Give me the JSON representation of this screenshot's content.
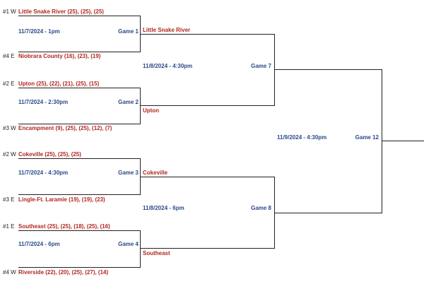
{
  "round1": {
    "teams": [
      {
        "seed": "#1 W",
        "text": "Little Snake River (25), (25), (25)"
      },
      {
        "seed": "#4 E",
        "text": "Niobrara County (16), (23), (19)"
      },
      {
        "seed": "#2 E",
        "text": "Upton (25), (22), (21), (25), (15)"
      },
      {
        "seed": "#3 W",
        "text": "Encampment (9), (25), (25), (12), (7)"
      },
      {
        "seed": "#2 W",
        "text": "Cokeville (25), (25), (25)"
      },
      {
        "seed": "#3 E",
        "text": "Lingle-Ft. Laramie (19), (19), (23)"
      },
      {
        "seed": "#1 E",
        "text": "Southeast (25), (25), (18), (25), (16)"
      },
      {
        "seed": "#4 W",
        "text": "Riverside (22), (20), (25), (27), (14)"
      }
    ],
    "games": [
      {
        "date": "11/7/2024 - 1pm",
        "label": "Game 1",
        "winner": "Little Snake River"
      },
      {
        "date": "11/7/2024 - 2:30pm",
        "label": "Game 2",
        "winner": "Upton"
      },
      {
        "date": "11/7/2024 - 4:30pm",
        "label": "Game 3",
        "winner": "Cokeville"
      },
      {
        "date": "11/7/2024 - 6pm",
        "label": "Game 4",
        "winner": "Southeast"
      }
    ]
  },
  "round2": {
    "games": [
      {
        "date": "11/8/2024 - 4:30pm",
        "label": "Game 7"
      },
      {
        "date": "11/8/2024 - 6pm",
        "label": "Game 8"
      }
    ]
  },
  "final": {
    "date": "11/9/2024 - 4:30pm",
    "label": "Game 12"
  },
  "colors": {
    "team": "#b3261e",
    "info": "#2b4a8a",
    "line": "#222222"
  }
}
